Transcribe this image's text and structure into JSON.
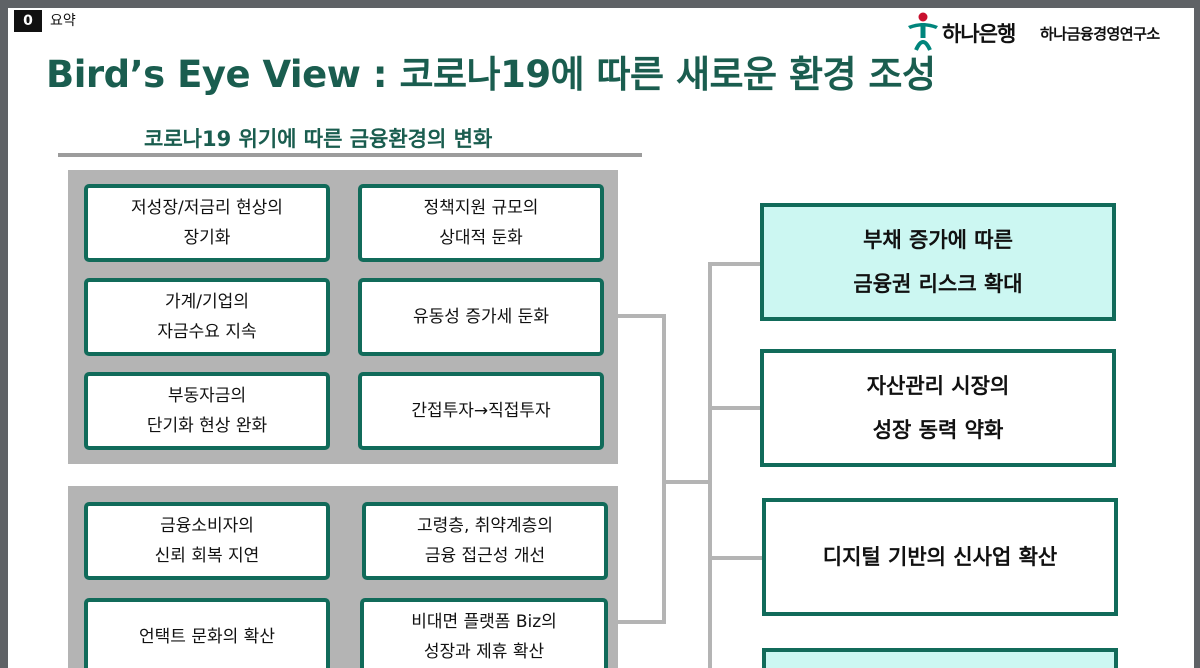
{
  "section": {
    "number": "0",
    "label": "요약"
  },
  "logo": {
    "bank_name": "하나은행",
    "institute_name": "하나금융경영연구소"
  },
  "title": "Bird’s Eye View : 코로나19에 따른 새로운 환경 조성",
  "subtitle": "코로나19  위기에 따른 금융환경의 변화",
  "group1": [
    "저성장/저금리 현상의\n장기화",
    "정책지원 규모의\n상대적 둔화",
    "가계/기업의\n자금수요 지속",
    "유동성 증가세 둔화",
    "부동자금의\n단기화 현상 완화",
    "간접투자→직접투자"
  ],
  "group2": [
    "금융소비자의\n신뢰 회복 지연",
    "고령층, 취약계층의\n금융 접근성 개선",
    "언택트 문화의 확산",
    "비대면 플랫폼 Biz의\n성장과 제휴 확산"
  ],
  "outcomes": [
    "부채 증가에 따른\n금융권 리스크 확대",
    "자산관리 시장의\n성장 동력 약화",
    "디지털 기반의 신사업 확산"
  ],
  "colors": {
    "accent": "#116b5a",
    "title": "#1a5d4f",
    "highlight_fill": "#ccf7f2",
    "connector": "#b4b4b4"
  }
}
